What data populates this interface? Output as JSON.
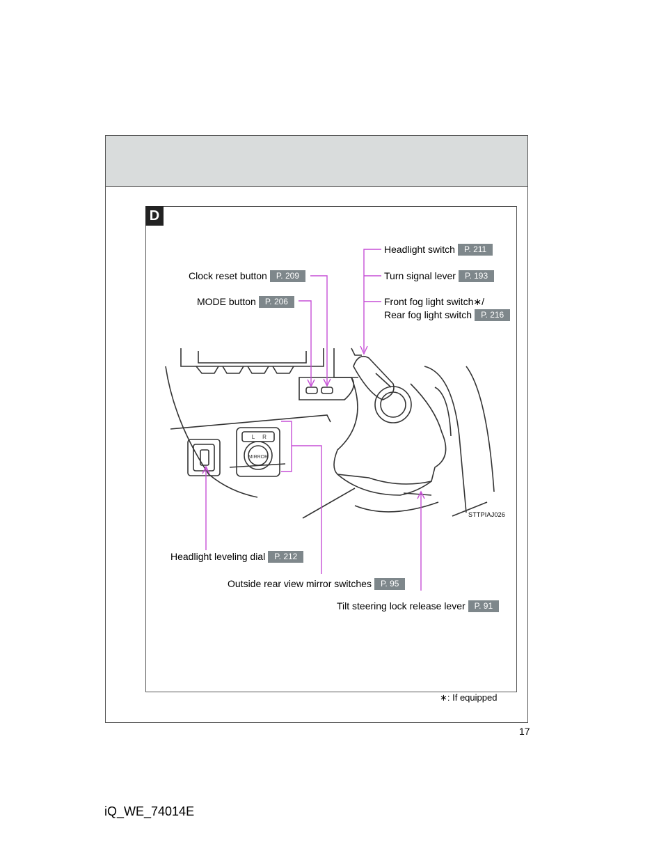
{
  "section_letter": "D",
  "labels": {
    "headlight_switch": {
      "text": "Headlight switch",
      "ref": "P. 211"
    },
    "clock_reset": {
      "text": "Clock reset button",
      "ref": "P. 209"
    },
    "turn_signal": {
      "text": "Turn signal lever",
      "ref": "P. 193"
    },
    "mode_button": {
      "text": "MODE button",
      "ref": "P. 206"
    },
    "fog_line1": "Front fog light switch∗/",
    "fog_line2": {
      "text": "Rear fog light switch",
      "ref": "P. 216"
    },
    "headlight_leveling": {
      "text": "Headlight leveling dial",
      "ref": "P. 212"
    },
    "mirror_switches": {
      "text": "Outside rear view mirror switches",
      "ref": "P. 95"
    },
    "tilt_steering": {
      "text": "Tilt steering lock release lever",
      "ref": "P. 91"
    }
  },
  "illustration": {
    "figure_code": "STTPIAJ026",
    "mirror_label": "MIRROR",
    "left_key": "L",
    "right_key": "R"
  },
  "footnote": "∗: If equipped",
  "page_number": "17",
  "document_code": "iQ_WE_74014E",
  "colors": {
    "leader_line": "#c64fd6",
    "page_ref_bg": "#7e878b",
    "header_band": "#d9dcdc"
  }
}
